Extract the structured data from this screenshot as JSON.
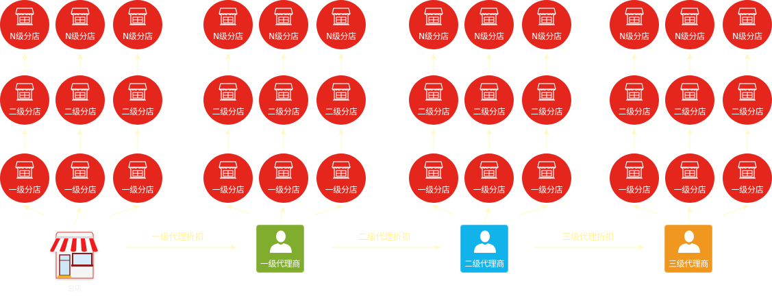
{
  "colors": {
    "circle": "#e4261c",
    "connector": "#fffde0",
    "arrow_head": "#fffbc8",
    "discount_text": "#fff39a",
    "agent_level1": "#80ad2d",
    "agent_level2": "#12b2ea",
    "agent_level3": "#f0971f"
  },
  "root": {
    "icon": "storefront-icon",
    "caption": "总店"
  },
  "groups": [
    {
      "name": "headquarters-group",
      "rows": [
        [
          "N级分店",
          "N级分店",
          "N级分店"
        ],
        [
          "二级分店",
          "二级分店",
          "二级分店"
        ],
        [
          "一级分店",
          "一级分店",
          "一级分店"
        ]
      ]
    },
    {
      "name": "agent-level1-group",
      "rows": [
        [
          "N级分店",
          "N级分店",
          "N级分店"
        ],
        [
          "二级分店",
          "二级分店",
          "二级分店"
        ],
        [
          "一级分店",
          "一级分店",
          "一级分店"
        ]
      ]
    },
    {
      "name": "agent-level2-group",
      "rows": [
        [
          "N级分店",
          "N级分店",
          "N级分店"
        ],
        [
          "二级分店",
          "二级分店",
          "二级分店"
        ],
        [
          "一级分店",
          "一级分店",
          "一级分店"
        ]
      ]
    },
    {
      "name": "agent-level3-group",
      "rows": [
        [
          "N级分店",
          "N级分店",
          "N级分店"
        ],
        [
          "二级分店",
          "二级分店",
          "二级分店"
        ],
        [
          "一级分店",
          "一级分店",
          "一级分店"
        ]
      ]
    }
  ],
  "agents": [
    {
      "label": "一级代理商",
      "icon": "person-icon",
      "color_key": "agent_level1"
    },
    {
      "label": "二级代理商",
      "icon": "person-icon",
      "color_key": "agent_level2"
    },
    {
      "label": "三级代理商",
      "icon": "person-icon",
      "color_key": "agent_level3"
    }
  ],
  "discounts": [
    {
      "label": "一级代理折扣"
    },
    {
      "label": "二级代理折扣"
    },
    {
      "label": "三级代理折扣"
    }
  ]
}
